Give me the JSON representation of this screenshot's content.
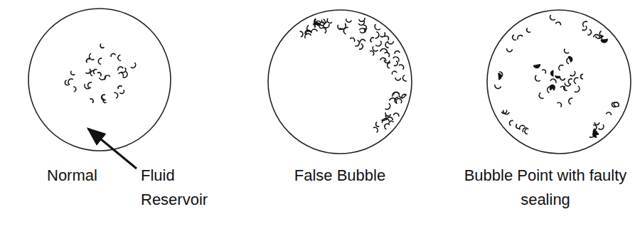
{
  "diagram": {
    "labels": [
      "Normal",
      "Fluid Reservoir",
      "False Bubble",
      "Bubble Point with faulty sealing"
    ]
  }
}
